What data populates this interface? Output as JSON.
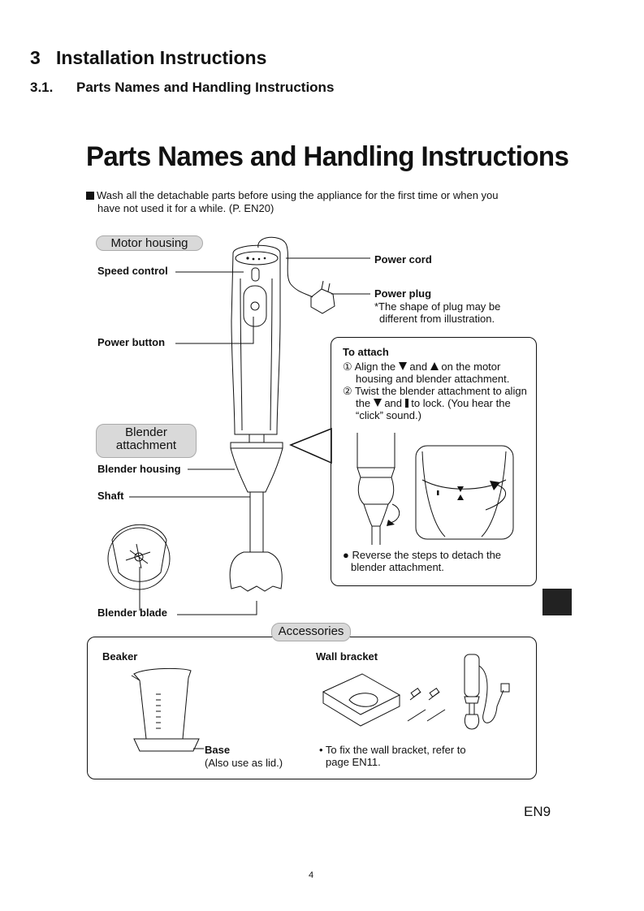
{
  "section": {
    "number": "3",
    "title": "Installation Instructions"
  },
  "subsection": {
    "number": "3.1.",
    "title": "Parts Names and Handling Instructions"
  },
  "page_title": "Parts Names and Handling Instructions",
  "intro": {
    "line1": "Wash all the detachable parts before using the appliance for the first time or when you",
    "line2": "have not used it for a while. (P. EN20)"
  },
  "labels": {
    "motor_housing": "Motor housing",
    "speed_control": "Speed control",
    "power_button": "Power button",
    "blender_attachment_1": "Blender",
    "blender_attachment_2": "attachment",
    "blender_housing": "Blender housing",
    "shaft": "Shaft",
    "blender_blade": "Blender blade",
    "power_cord": "Power cord",
    "power_plug": "Power plug",
    "plug_note_1": "*The shape of plug may be",
    "plug_note_2": "different from illustration."
  },
  "attach": {
    "title": "To attach",
    "step1_num": "①",
    "step1_a": "Align the",
    "step1_b": "and",
    "step1_c": "on the motor",
    "step1_d": "housing and blender attachment.",
    "step2_num": "②",
    "step2_a": "Twist the blender attachment to",
    "step2_b": "align the",
    "step2_c": "and",
    "step2_d": "to lock.",
    "step2_e": "(You hear the “click” sound.)",
    "reverse_1": "Reverse the steps to detach the",
    "reverse_2": "blender attachment."
  },
  "accessories": {
    "title": "Accessories",
    "beaker": "Beaker",
    "wall_bracket": "Wall bracket",
    "base": "Base",
    "base_note": "(Also use as lid.)",
    "bracket_note_1": "• To fix the wall bracket, refer to",
    "bracket_note_2": "page EN11."
  },
  "footer": {
    "lang_page": "EN9",
    "page_number": "4"
  }
}
